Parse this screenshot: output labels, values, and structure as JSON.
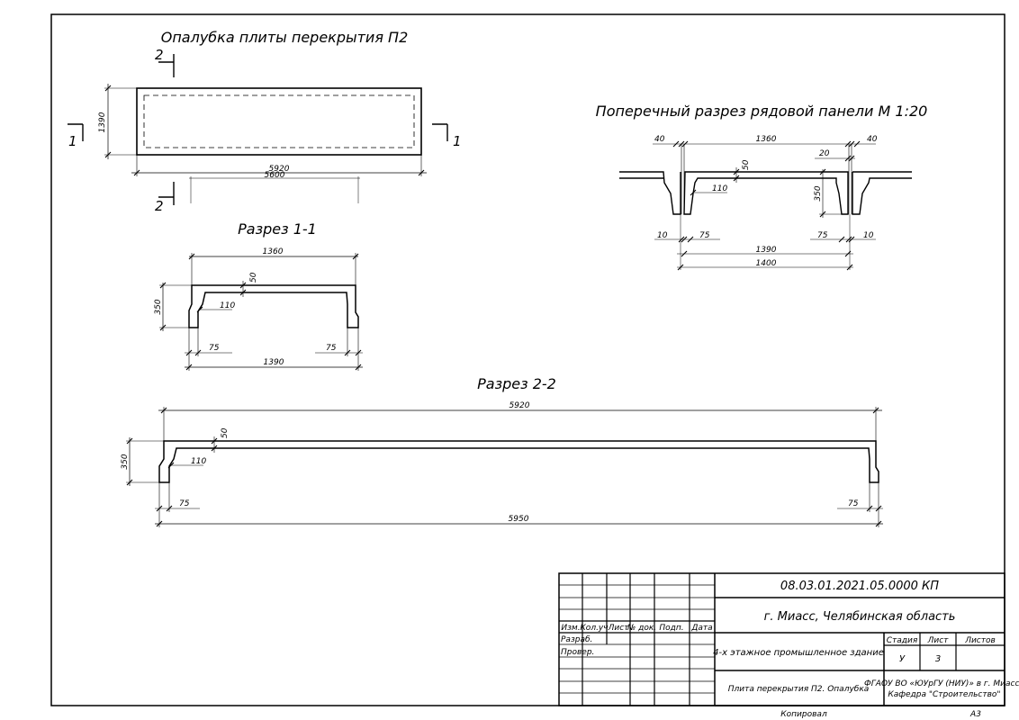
{
  "titles": {
    "formwork": "Опалубка плиты перекрытия П2",
    "cross_section": "Поперечный разрез рядовой панели М 1:20",
    "section_1": "Разрез 1-1",
    "section_2": "Разрез 2-2"
  },
  "cut_marks": {
    "cut_1": "1",
    "cut_2": "2"
  },
  "plan_dims": {
    "width": "1390",
    "length": "5920",
    "inner": "5600"
  },
  "section1_dims": {
    "top": "1360",
    "rib": "50",
    "height": "350",
    "haunch": "110",
    "edge_left": "75",
    "edge_right": "75",
    "bottom": "1390"
  },
  "section2_dims": {
    "top": "5920",
    "rib": "50",
    "height": "350",
    "haunch": "110",
    "edge_left": "75",
    "edge_right": "75",
    "bottom": "5950"
  },
  "cross_dims": {
    "gap_left": "40",
    "top": "1360",
    "gap_right": "40",
    "joint": "20",
    "rib": "50",
    "haunch": "110",
    "height": "350",
    "seam_left": "10",
    "edge_left": "75",
    "edge_right": "75",
    "seam_right": "10",
    "panel": "1390",
    "module": "1400"
  },
  "title_block": {
    "document_code": "08.03.01.2021.05.0000 КП",
    "location": "г. Миасс, Челябинская область",
    "project": "4-х этажное промышленное здание",
    "drawing_name": "Плита перекрытия П2. Опалубка",
    "organization_line1": "ФГАОУ ВО «ЮУрГУ (НИУ)» в г. Миассе",
    "organization_line2": "Кафедра \"Строительство\"",
    "col_izm": "Изм.",
    "col_kol": "Кол.уч",
    "col_list": "Лист",
    "col_doc": "№ док.",
    "col_podp": "Подп.",
    "col_data": "Дата",
    "row_razrab": "Разраб.",
    "row_prover": "Провер.",
    "stage_label": "Стадия",
    "sheet_label": "Лист",
    "sheets_label": "Листов",
    "stage_value": "У",
    "sheet_value": "3",
    "copied": "Копировал",
    "format": "А3"
  }
}
